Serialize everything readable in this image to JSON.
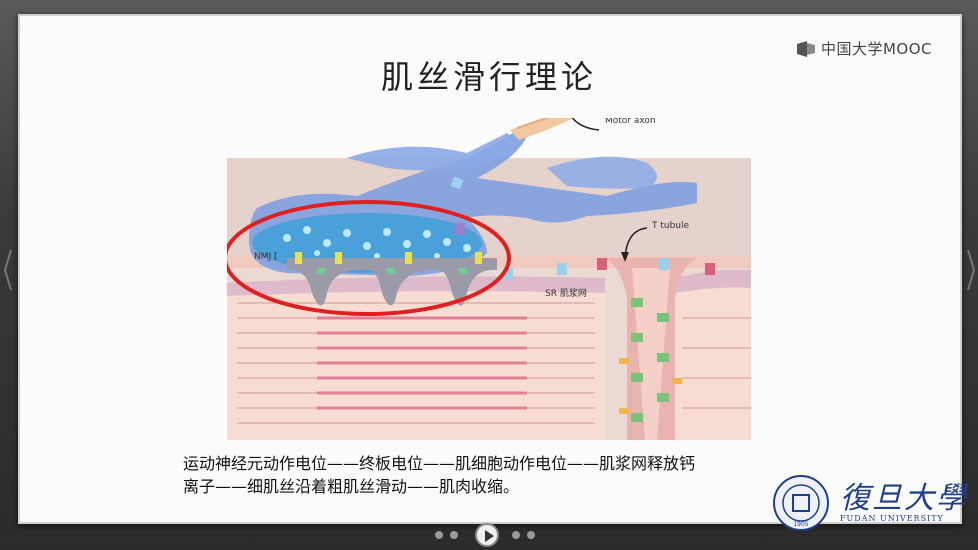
{
  "slide": {
    "logo_text": "中国大学MOOC",
    "title": "肌丝滑行理论",
    "caption_line1": "运动神经元动作电位——终板电位——肌细胞动作电位——肌浆网释放钙",
    "caption_line2": "离子——细肌丝沿着粗肌丝滑动——肌肉收缩。"
  },
  "figure": {
    "label_motor_axon": "Motor axon",
    "label_t_tubule": "T tubule",
    "label_nmj": "NMJ [",
    "label_sr": "SR 肌浆网"
  },
  "university": {
    "name_cn": "復旦大學",
    "name_en": "FUDAN UNIVERSITY",
    "seal_year": "1905"
  },
  "player": {
    "play_icon": "play-icon"
  },
  "colors": {
    "highlight_ellipse": "#e02020",
    "nerve_blue": "#6a8fd8",
    "muscle_pink": "#e8cfc8",
    "fudan_blue": "#1e3f8c"
  }
}
